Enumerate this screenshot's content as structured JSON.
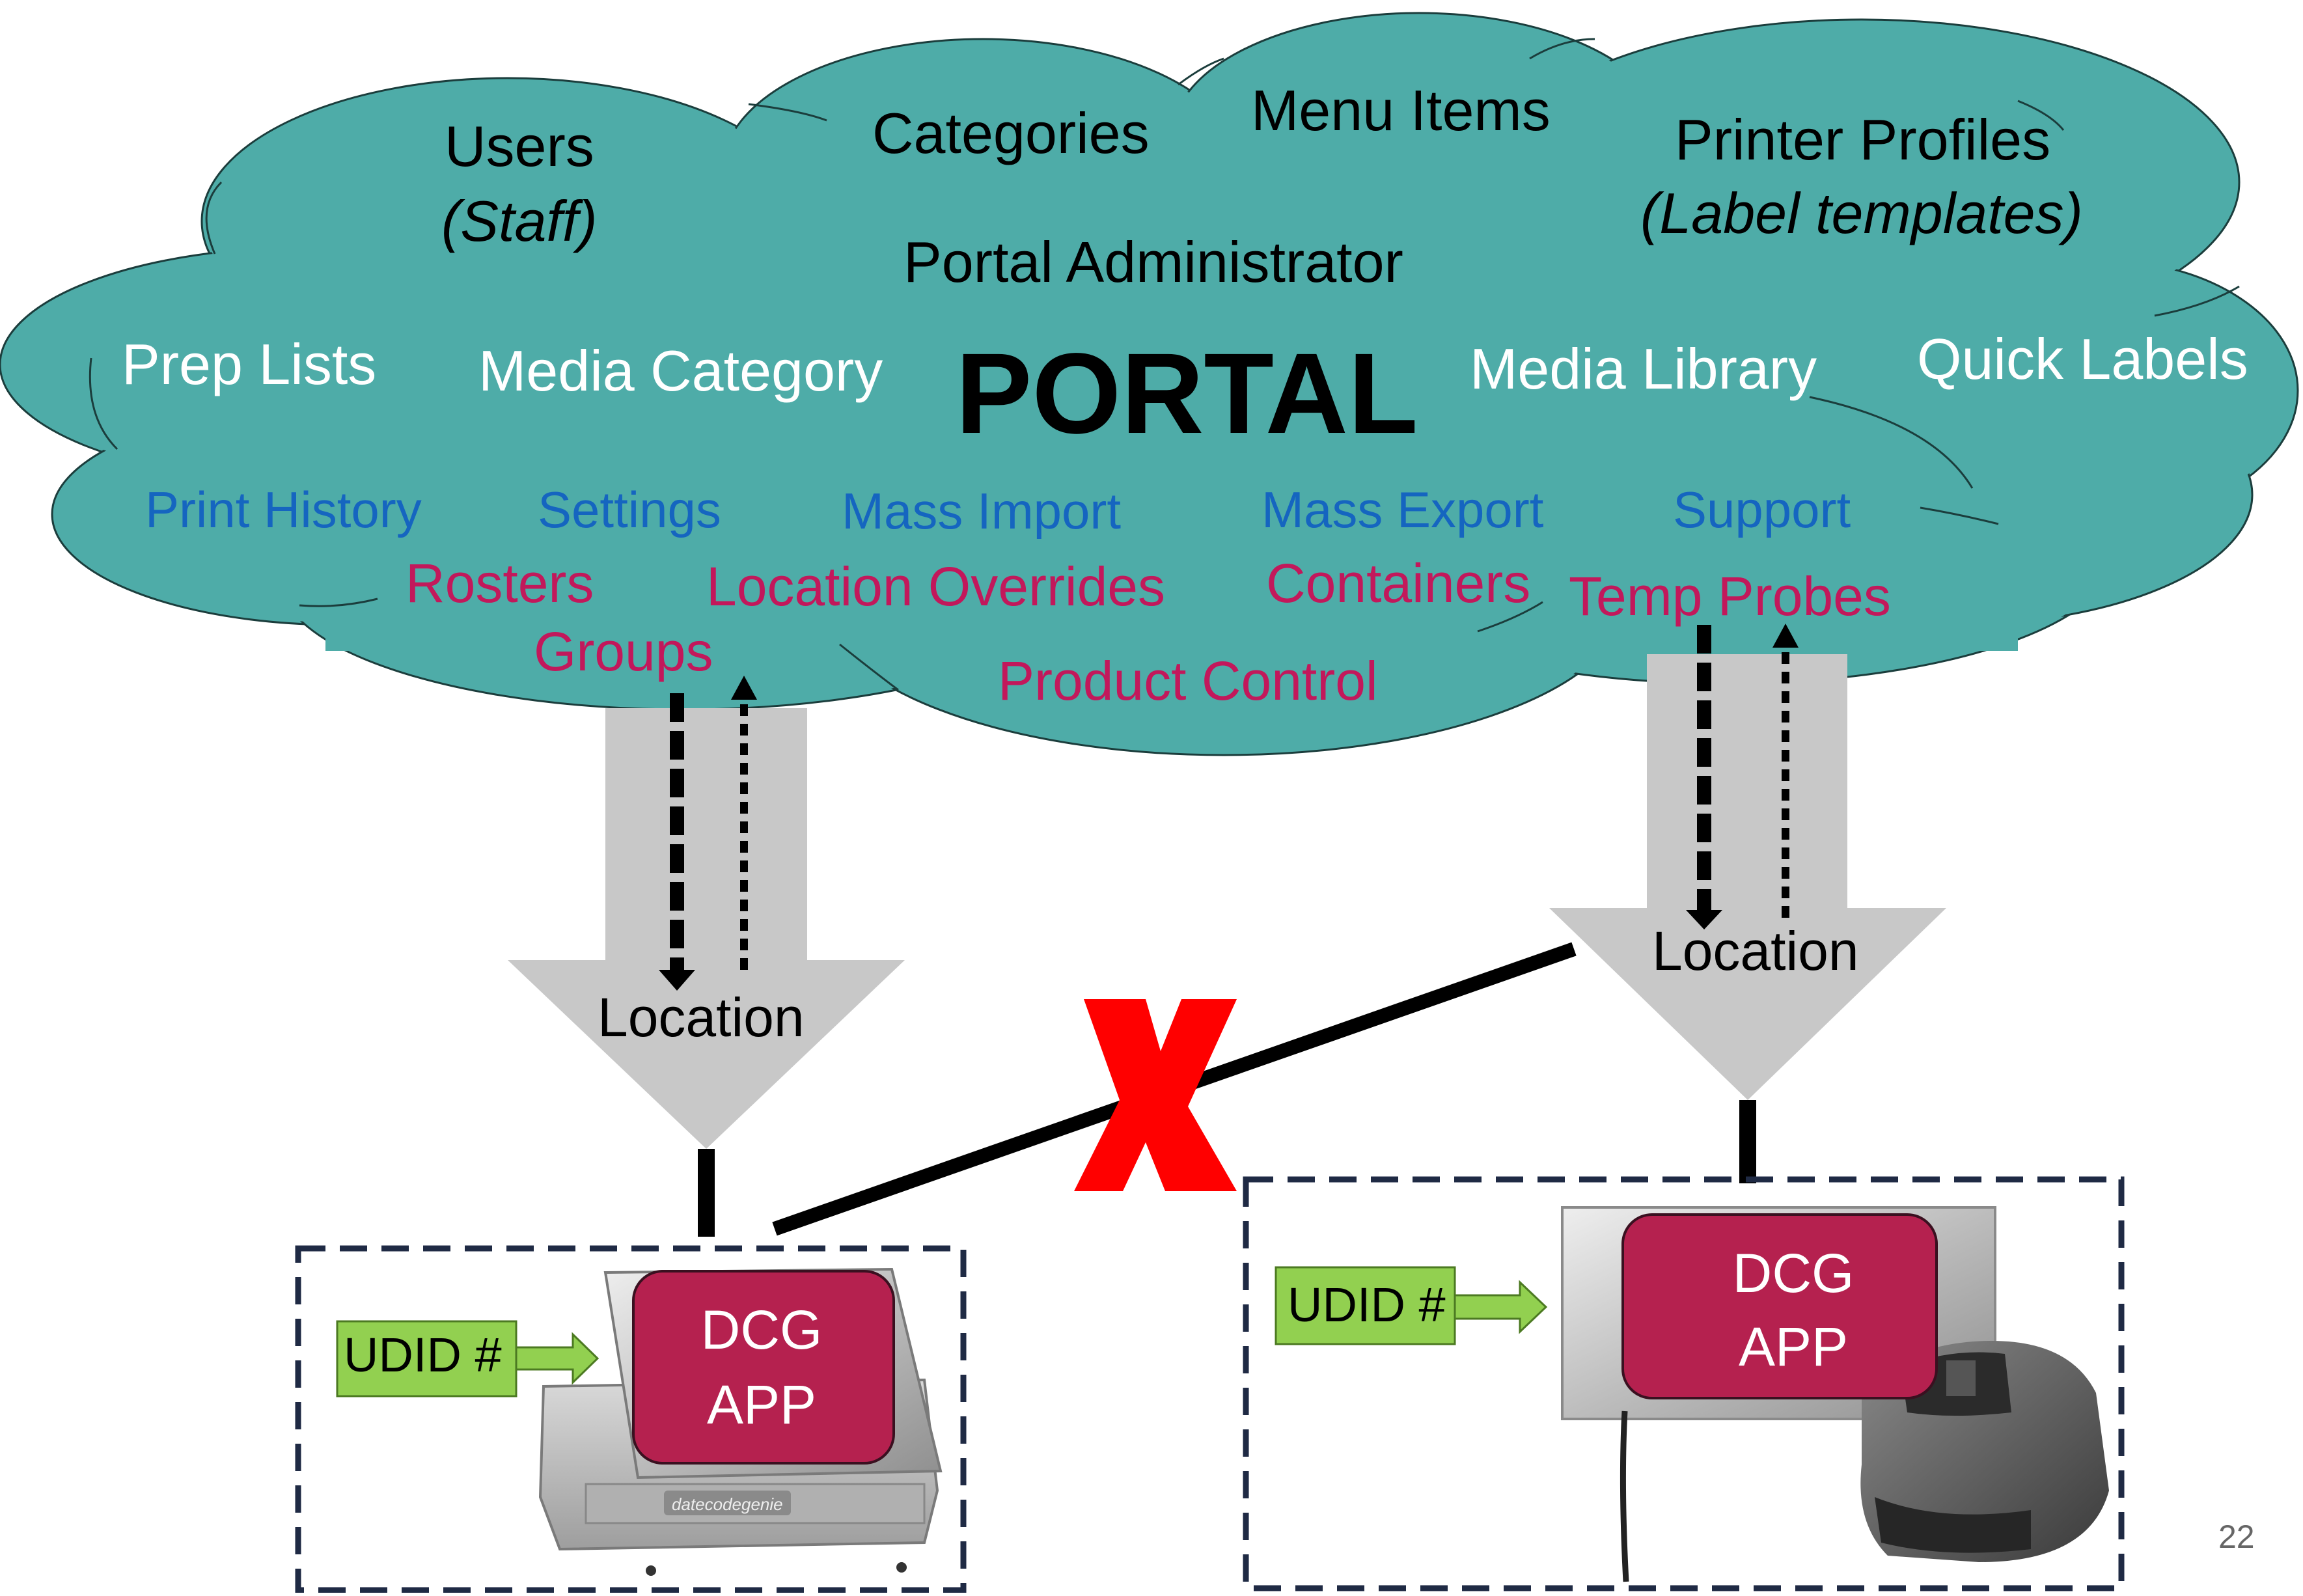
{
  "cloud": {
    "title": "PORTAL",
    "white_items": {
      "users": "Users",
      "staff": "(Staff)",
      "categories": "Categories",
      "menu_items": "Menu Items",
      "printer_profiles": "Printer Profiles",
      "label_templates": "(Label templates)",
      "portal_administrator": "Portal Administrator",
      "prep_lists": "Prep Lists",
      "media_category": "Media Category",
      "media_library": "Media Library",
      "quick_labels": "Quick Labels"
    },
    "blue_items": {
      "print_history": "Print History",
      "settings": "Settings",
      "mass_import": "Mass Import",
      "mass_export": "Mass Export",
      "support": "Support"
    },
    "pink_items": {
      "rosters": "Rosters",
      "groups": "Groups",
      "location_overrides": "Location Overrides",
      "containers": "Containers",
      "temp_probes": "Temp Probes",
      "product_control": "Product Control"
    }
  },
  "locations": {
    "left_label": "Location",
    "right_label": "Location"
  },
  "devices": {
    "left": {
      "udid": "UDID #",
      "app_line1": "DCG",
      "app_line2": "APP",
      "brand": "datecodegenie"
    },
    "right": {
      "udid": "UDID #",
      "app_line1": "DCG",
      "app_line2": "APP"
    }
  },
  "page_number": "22",
  "colors": {
    "cloud_fill": "#4eaca8",
    "arrow_fill": "#c8c8c8",
    "app_fill": "#b5214f",
    "udid_fill": "#92d050",
    "cross": "#ff0000",
    "dash_border": "#1f2a44"
  }
}
